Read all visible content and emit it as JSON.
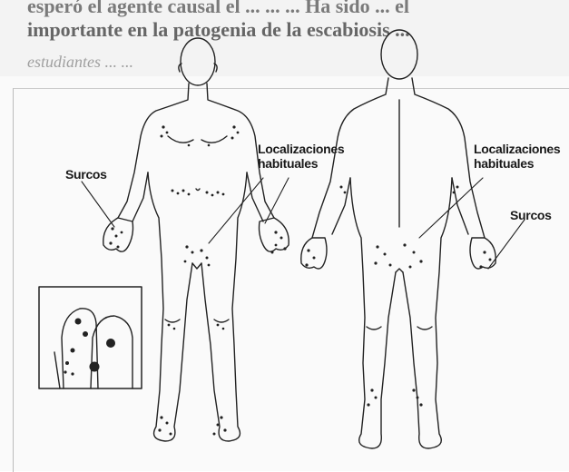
{
  "bleed_text": {
    "line1": "esperó el agente causal el ... ... ... Ha sido ... el",
    "line2": "importante en la patogenia de la escabiosis ...",
    "line3": "estudiantes ... ..."
  },
  "labels": {
    "surcos_front": "Surcos",
    "localizaciones_front_1": "Localizaciones",
    "localizaciones_front_2": "habituales",
    "localizaciones_back_1": "Localizaciones",
    "localizaciones_back_2": "habituales",
    "surcos_back": "Surcos"
  },
  "figures": {
    "front_view": "human-figure-front",
    "back_view": "human-figure-back",
    "inset": "finger-web-inset"
  }
}
